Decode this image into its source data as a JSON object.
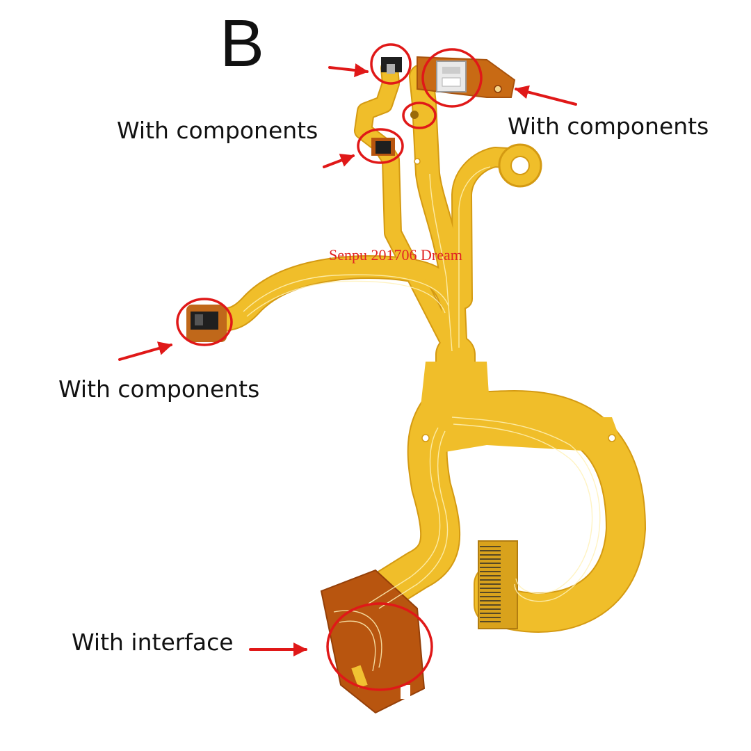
{
  "variant_letter": "B",
  "watermark": "Senpu 201706 Dream",
  "callouts": [
    {
      "text": "With components"
    },
    {
      "text": "With components"
    },
    {
      "text": "With components"
    },
    {
      "text": "With interface"
    }
  ],
  "colors": {
    "flex_yellow": "#f0be2a",
    "flex_edge": "#d49a12",
    "flex_amber": "#b8550f",
    "trace": "#fff2b8",
    "annotation_red": "#e01818",
    "component_black": "#222222"
  }
}
